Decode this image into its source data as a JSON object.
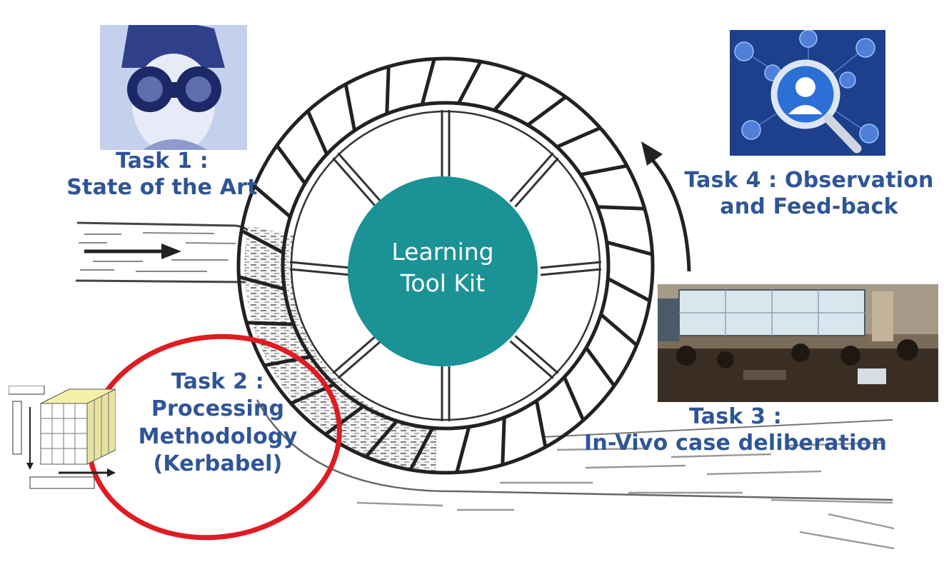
{
  "center": {
    "line1": "Learning",
    "line2": "Tool Kit",
    "color": "#1a9296"
  },
  "tasks": [
    {
      "line1": "Task 1 :",
      "line2": "State of the Art"
    },
    {
      "line1": "Task 2 :",
      "line2": "Processing",
      "line3": "Methodology",
      "line4": "(Kerbabel)"
    },
    {
      "line1": "Task 3 :",
      "line2": "In-Vivo case deliberation"
    },
    {
      "line1": "Task 4 : Observation",
      "line2": "and Feed-back"
    }
  ],
  "colors": {
    "task_text": "#2f5597",
    "highlight_ellipse": "#e01b22"
  },
  "images": [
    {
      "icon": "binoculars-person-photo"
    },
    {
      "icon": "network-magnifier-photo"
    },
    {
      "icon": "control-room-photo"
    },
    {
      "icon": "data-cube-diagram"
    }
  ]
}
